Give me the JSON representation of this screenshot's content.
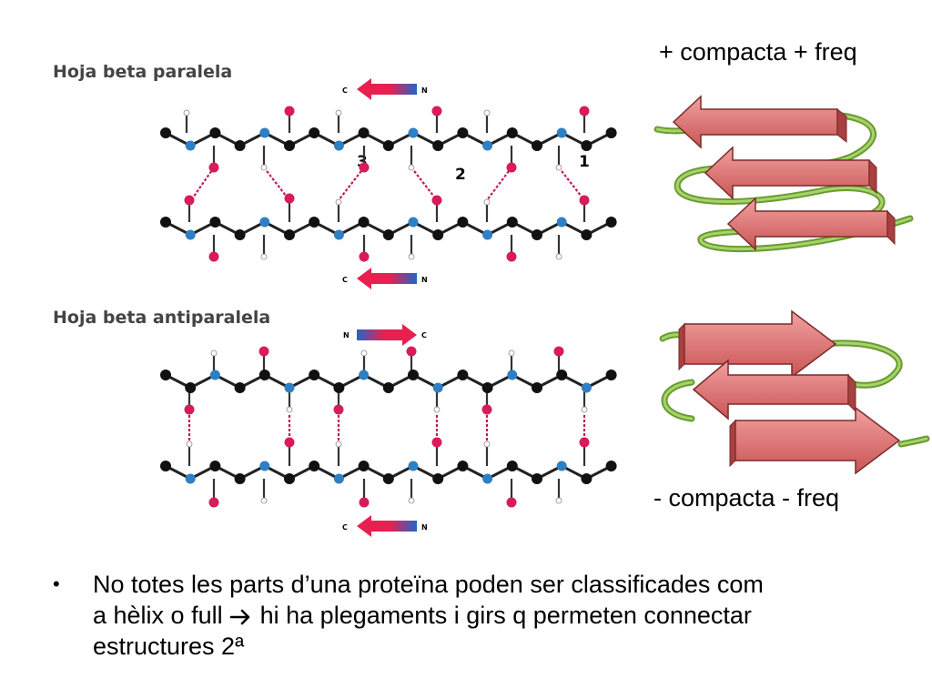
{
  "parallel": {
    "title": "Hoja beta paralela",
    "top_arrow": {
      "left": "C",
      "right": "N"
    },
    "bottom_arrow": {
      "left": "C",
      "right": "N"
    },
    "numbers": [
      "3",
      "2",
      "1"
    ]
  },
  "antiparallel": {
    "title": "Hoja beta antiparalela",
    "top_arrow": {
      "left": "N",
      "right": "C"
    },
    "bottom_arrow": {
      "left": "C",
      "right": "N"
    }
  },
  "captions": {
    "parallel_note": "+ compacta + freq",
    "antiparallel_note": "- compacta - freq"
  },
  "bullet": {
    "symbol": "•",
    "lines": [
      "No totes les parts d’una proteïna poden ser classificades com",
      "a hèlix o full",
      "hi ha plegaments i girs q permeten connectar",
      "estructures 2ª"
    ],
    "arrow_icon": "right-arrow-icon"
  },
  "colors": {
    "carbon": "#111111",
    "nitrogen": "#2f7fc4",
    "oxygen": "#d81b5a",
    "hydrogen": "#ffffff",
    "arrow_red": "#e8204f",
    "arrow_blue": "#2266c8",
    "hbond": "#c2185b",
    "strand_fill": "#e37a7a",
    "strand_dark": "#a83a3a",
    "loop_green": "#8bc34a"
  }
}
